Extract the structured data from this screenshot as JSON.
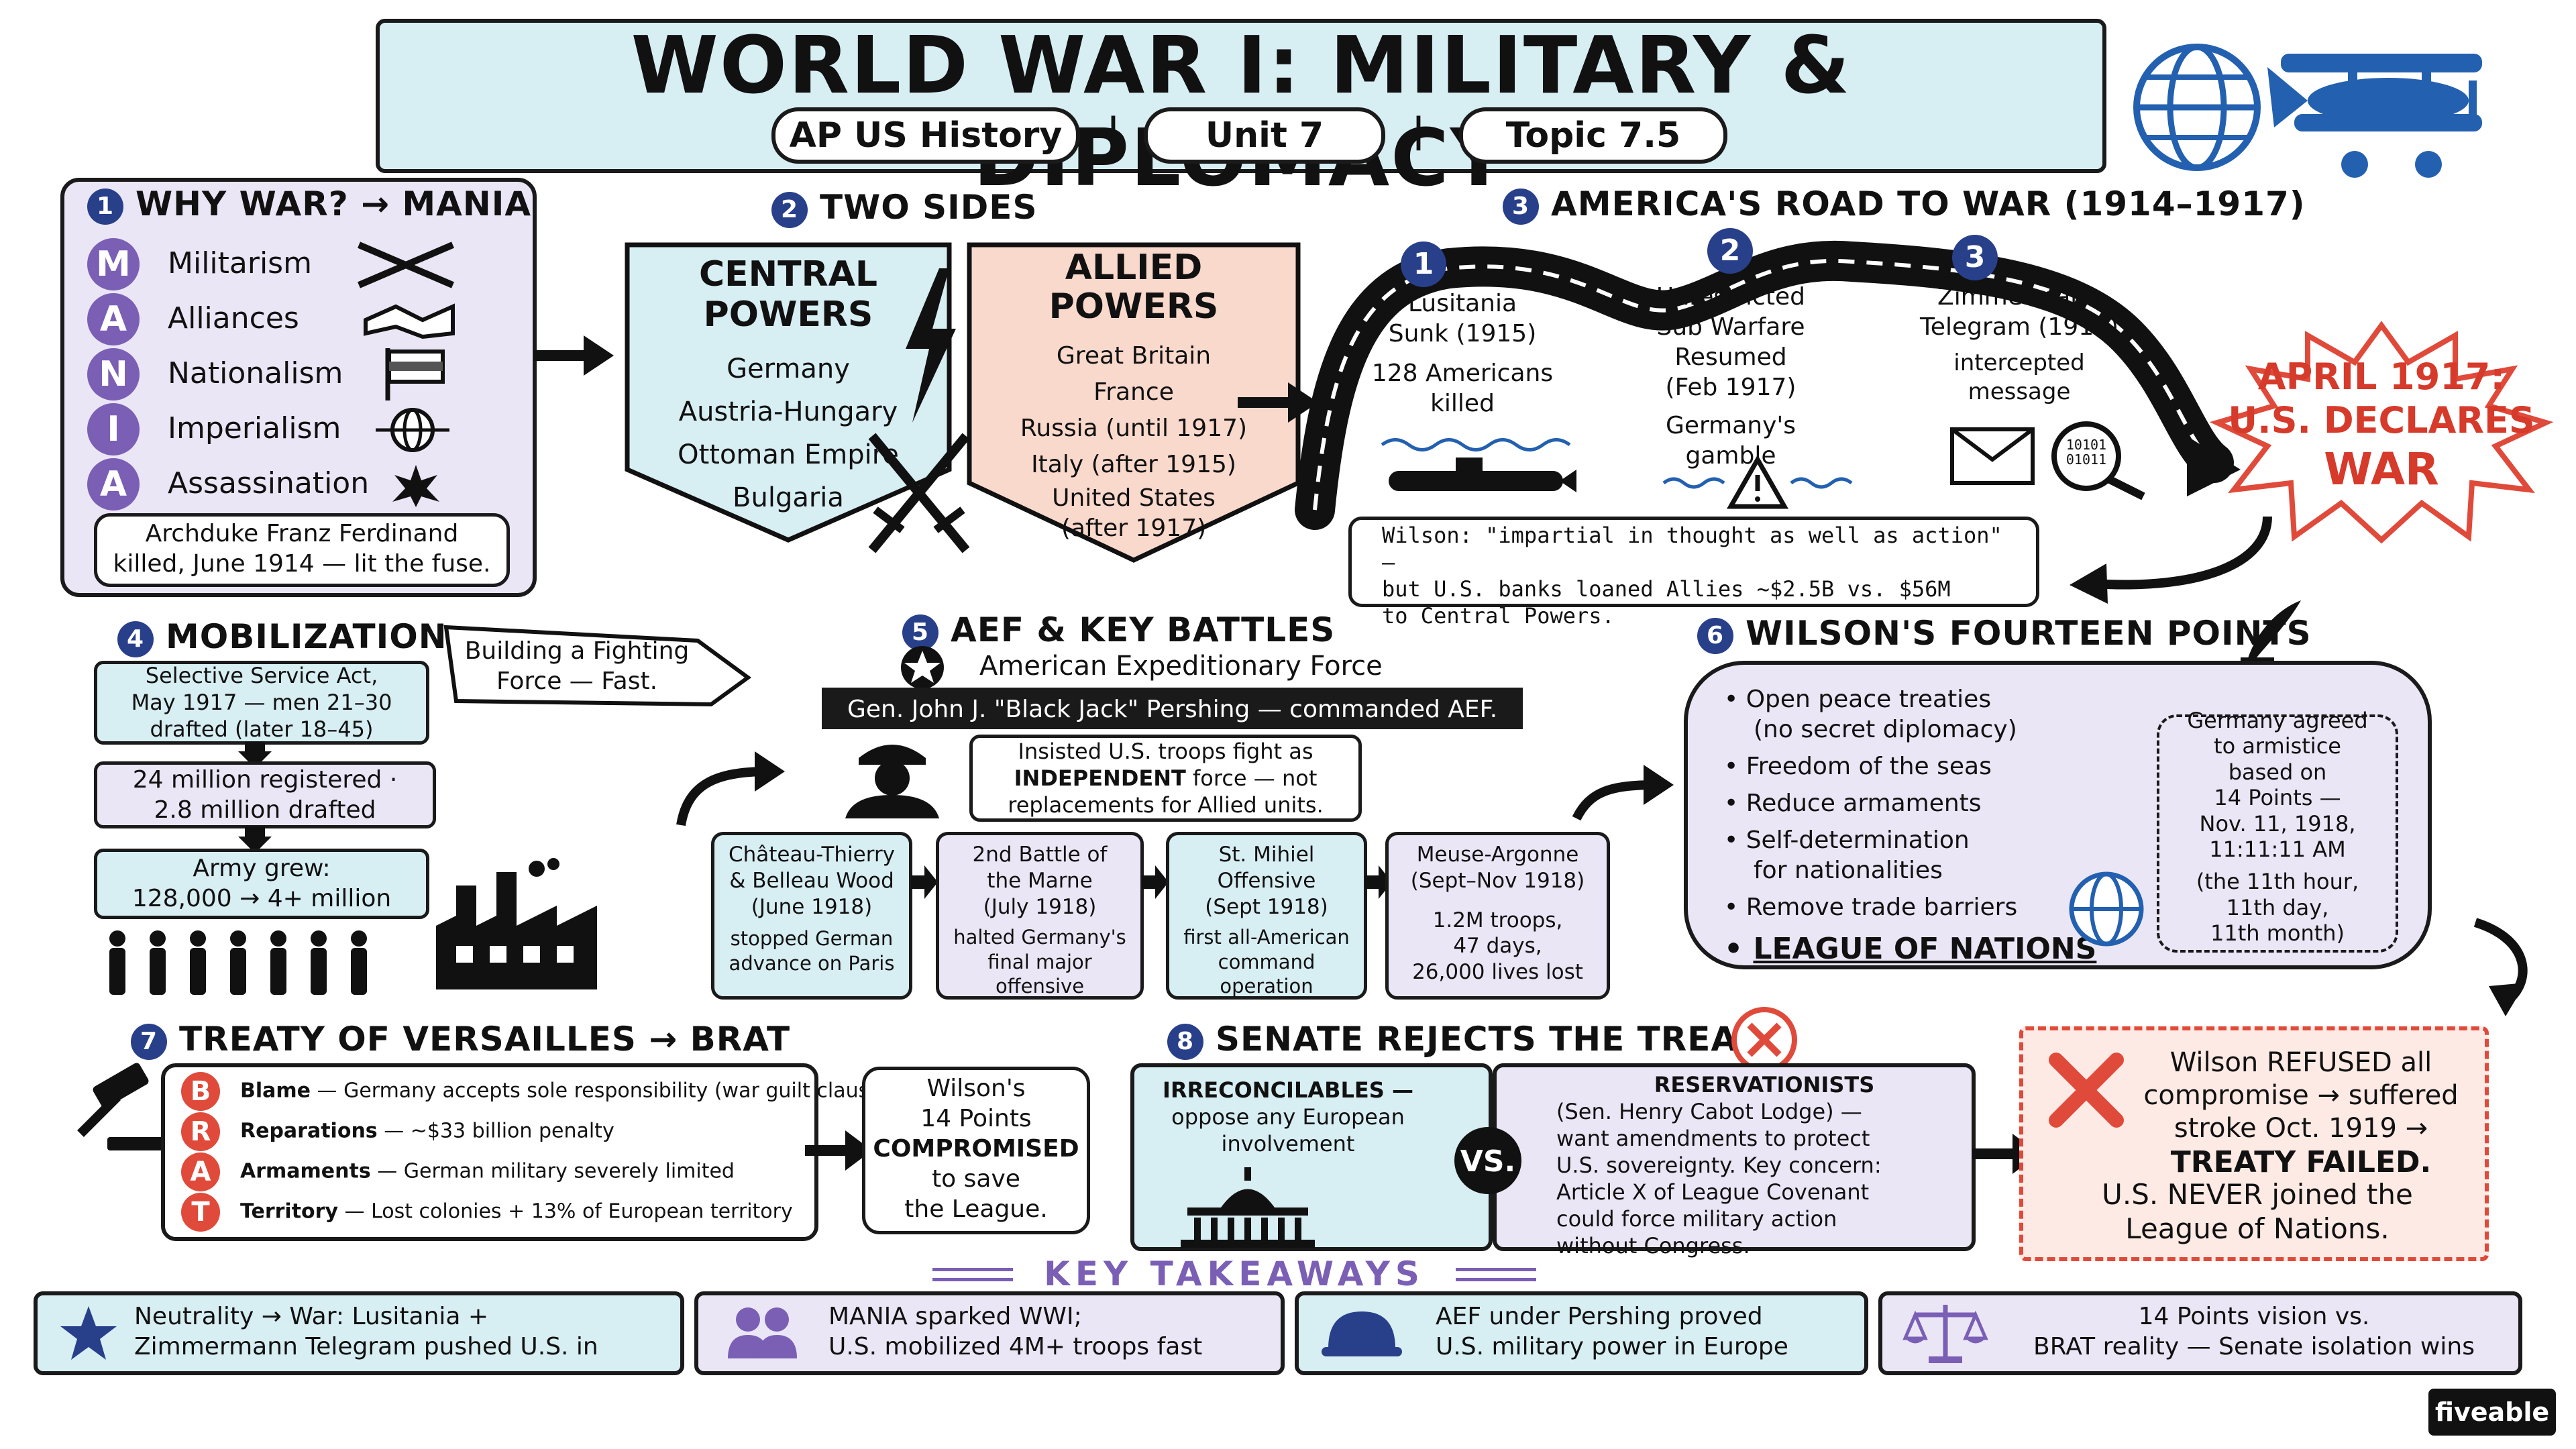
{
  "header": {
    "title": "WORLD WAR I: MILITARY & DIPLOMACY",
    "pill1": "AP US History",
    "pill2": "Unit 7",
    "pill3": "Topic 7.5",
    "separator": "|"
  },
  "s1": {
    "num": "1",
    "title": "WHY WAR? → MANIA",
    "items": [
      {
        "letter": "M",
        "word": "Militarism",
        "icon": "crossed-rifles-icon"
      },
      {
        "letter": "A",
        "word": "Alliances",
        "icon": "handshake-icon"
      },
      {
        "letter": "N",
        "word": "Nationalism",
        "icon": "flag-icon"
      },
      {
        "letter": "I",
        "word": "Imperialism",
        "icon": "globe-arrows-icon"
      },
      {
        "letter": "A",
        "word": "Assassination",
        "icon": "explosion-icon"
      }
    ],
    "note_line1": "Archduke Franz Ferdinand",
    "note_line2": "killed, June 1914 — lit the fuse."
  },
  "s2": {
    "num": "2",
    "title": "TWO SIDES",
    "central_title_1": "CENTRAL",
    "central_title_2": "POWERS",
    "central": [
      "Germany",
      "Austria-Hungary",
      "Ottoman Empire",
      "Bulgaria"
    ],
    "allied_title_1": "ALLIED",
    "allied_title_2": "POWERS",
    "allied": [
      "Great Britain",
      "France",
      "Russia (until 1917)",
      "Italy (after 1915)",
      "United States",
      "(after 1917)"
    ]
  },
  "s3": {
    "num": "3",
    "title": "AMERICA'S ROAD TO WAR (1914–1917)",
    "e1_num": "1",
    "e1_l1": "Lusitania",
    "e1_l2": "Sunk (1915)",
    "e1_l3": "128 Americans",
    "e1_l4": "killed",
    "e2_num": "2",
    "e2_l1": "Unrestricted",
    "e2_l2": "Sub Warfare",
    "e2_l3": "Resumed",
    "e2_l4": "(Feb 1917)",
    "e2_l5": "Germany's",
    "e2_l6": "gamble",
    "e3_num": "3",
    "e3_l1": "Zimmermann",
    "e3_l2": "Telegram (1917)",
    "e3_l3": "intercepted",
    "e3_l4": "message",
    "code": "10101\n01011",
    "wilson_l1": "Wilson: \"impartial in thought as well as action\" —",
    "wilson_l2": "but U.S. banks loaned Allies ~$2.5B vs. $56M",
    "wilson_l3": "to Central Powers.",
    "declare_l1": "APRIL 1917:",
    "declare_l2": "U.S. DECLARES",
    "declare_l3": "WAR"
  },
  "s4": {
    "num": "4",
    "title": "MOBILIZATION",
    "banner_l1": "Building a Fighting",
    "banner_l2": "Force — Fast.",
    "b1_l1": "Selective Service Act,",
    "b1_l2": "May 1917 — men 21–30",
    "b1_l3": "drafted (later 18–45)",
    "b2_l1": "24 million registered ·",
    "b2_l2": "2.8 million drafted",
    "b3_l1": "Army grew:",
    "b3_l2": "128,000 → 4+ million"
  },
  "s5": {
    "num": "5",
    "title": "AEF & KEY BATTLES",
    "subtitle": "American Expeditionary Force",
    "bar": "Gen. John J. \"Black Jack\" Pershing — commanded AEF.",
    "quote_l1": "Insisted U.S. troops fight as",
    "quote_l2a": "INDEPENDENT",
    "quote_l2b": " force — not",
    "quote_l3": "replacements for Allied units.",
    "battles": [
      {
        "l1": "Château-Thierry",
        "l2": "& Belleau Wood",
        "l3": "(June 1918)",
        "l4": "stopped German",
        "l5": "advance on Paris"
      },
      {
        "l1": "2nd Battle of",
        "l2": "the Marne",
        "l3": "(July 1918)",
        "l4": "halted Germany's",
        "l5": "final major",
        "l6": "offensive"
      },
      {
        "l1": "St. Mihiel",
        "l2": "Offensive",
        "l3": "(Sept 1918)",
        "l4": "first all-American",
        "l5": "command",
        "l6": "operation"
      },
      {
        "l1": "Meuse-Argonne",
        "l2": "(Sept–Nov 1918)",
        "l3": "1.2M troops,",
        "l4": "47 days,",
        "l5": "26,000 lives lost"
      }
    ]
  },
  "s6": {
    "num": "6",
    "title": "WILSON'S FOURTEEN POINTS",
    "points": [
      {
        "l1": "Open peace treaties",
        "l2": "(no secret diplomacy)"
      },
      {
        "l1": "Freedom of the seas",
        "l2": ""
      },
      {
        "l1": "Reduce armaments",
        "l2": ""
      },
      {
        "l1": "Self-determination",
        "l2": "for nationalities"
      },
      {
        "l1": "Remove trade barriers",
        "l2": ""
      }
    ],
    "league": "LEAGUE OF NATIONS",
    "side_l1": "Germany agreed",
    "side_l2": "to armistice",
    "side_l3": "based on",
    "side_l4": "14 Points —",
    "side_l5": "Nov. 11, 1918,",
    "side_l6": "11:11:11 AM",
    "side_l7": "(the 11th hour,",
    "side_l8": "11th day,",
    "side_l9": "11th month)"
  },
  "s7": {
    "num": "7",
    "title": "TREATY OF VERSAILLES → BRAT",
    "rows": [
      {
        "letter": "B",
        "term": "Blame",
        "desc": " — Germany accepts sole responsibility (war guilt clause)"
      },
      {
        "letter": "R",
        "term": "Reparations",
        "desc": " — ~$33 billion penalty"
      },
      {
        "letter": "A",
        "term": "Armaments",
        "desc": " — German military severely limited"
      },
      {
        "letter": "T",
        "term": "Territory",
        "desc": " — Lost colonies + 13% of European territory"
      }
    ],
    "comp_l1": "Wilson's",
    "comp_l2": "14 Points",
    "comp_l3": "COMPROMISED",
    "comp_l4": "to save",
    "comp_l5": "the League."
  },
  "s8": {
    "num": "8",
    "title": "SENATE REJECTS THE TREATY",
    "irr_l1": "IRRECONCILABLES —",
    "irr_l2": "oppose any European",
    "irr_l3": "involvement",
    "vs": "VS.",
    "res_title": "RESERVATIONISTS",
    "res_l1": "(Sen. Henry Cabot Lodge) —",
    "res_l2": "want amendments to protect",
    "res_l3": "U.S. sovereignty. Key concern:",
    "res_l4": "Article X of League Covenant",
    "res_l5": "could force military action",
    "res_l6": "without Congress.",
    "fail_l1": "Wilson REFUSED all",
    "fail_l2": "compromise → suffered",
    "fail_l3": "stroke Oct. 1919 →",
    "fail_l4": "TREATY FAILED.",
    "fail_l5": "U.S. NEVER joined the",
    "fail_l6": "League of Nations."
  },
  "takeaways": {
    "title": "KEY TAKEAWAYS",
    "items": [
      {
        "icon": "star-icon",
        "l1": "Neutrality → War: Lusitania +",
        "l2": "Zimmermann Telegram pushed U.S. in"
      },
      {
        "icon": "people-icon",
        "l1": "MANIA sparked WWI;",
        "l2": "U.S. mobilized 4M+ troops fast"
      },
      {
        "icon": "helmet-icon",
        "l1": "AEF under Pershing proved",
        "l2": "U.S. military power in Europe"
      },
      {
        "icon": "scales-icon",
        "l1": "14 Points vision vs.",
        "l2": "BRAT reality — Senate isolation wins"
      }
    ]
  },
  "brand": "fiveable",
  "colors": {
    "navy": "#283f8a",
    "purple": "#7a5fb5",
    "red": "#e04a3a",
    "lightblue": "#d7eef3",
    "lavender": "#ebe6f5",
    "peach": "#fad9cd"
  }
}
